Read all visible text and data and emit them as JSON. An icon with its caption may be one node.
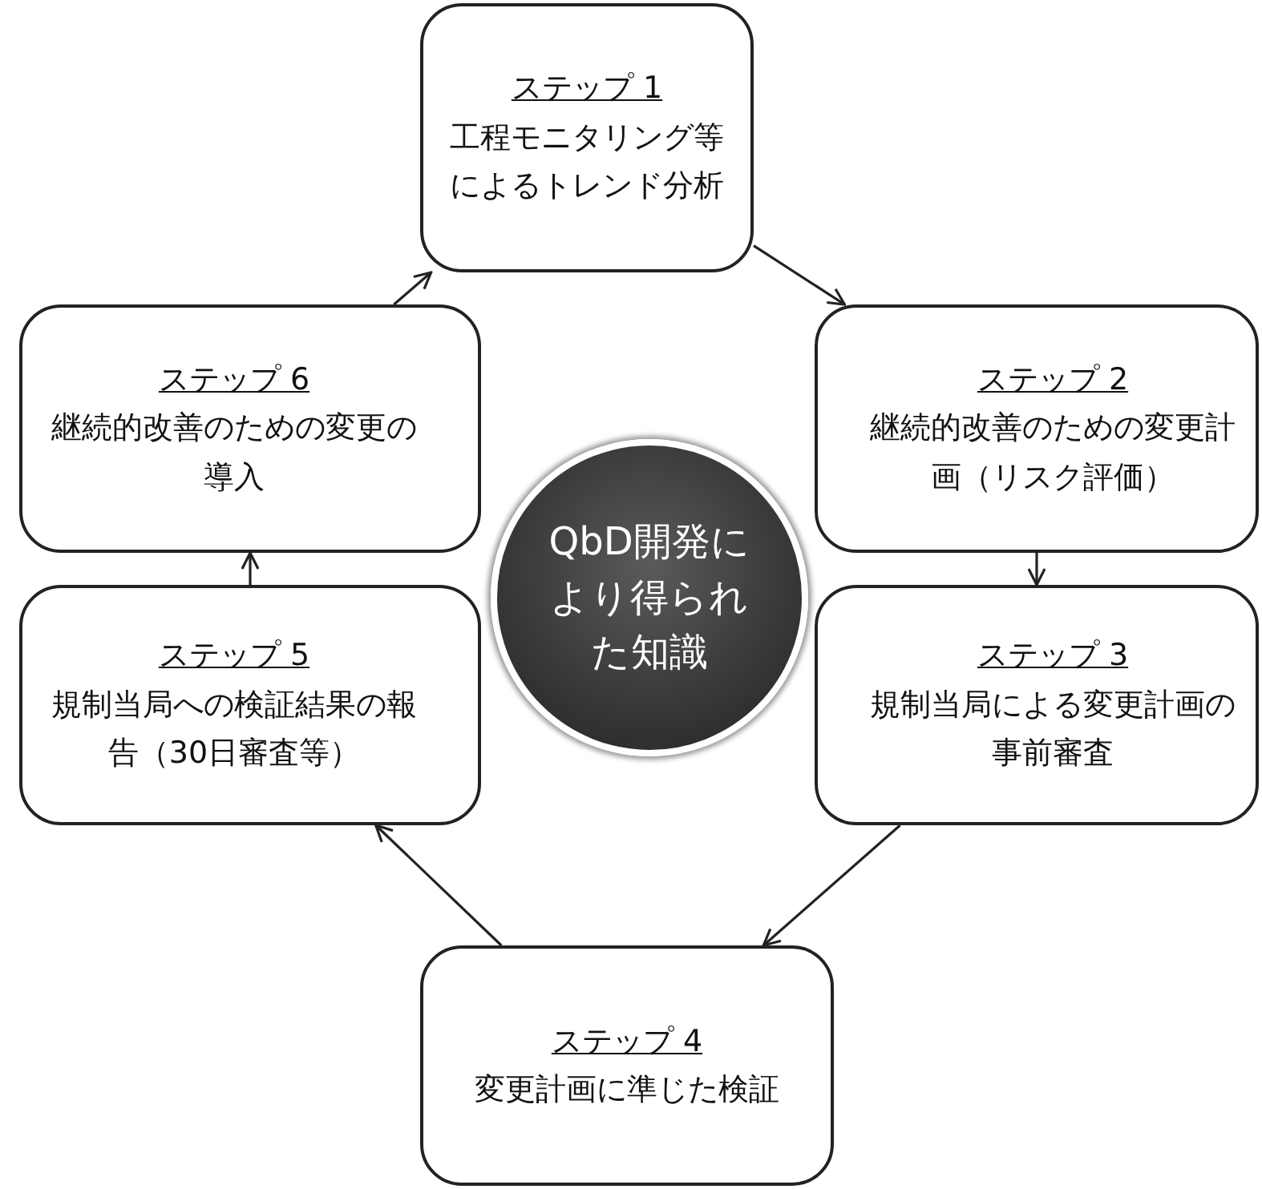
{
  "diagram": {
    "nodes": [
      {
        "text": [
          "ステップ 1",
          "工程モニタリング等によるトレンド分析"
        ]
      },
      {
        "text": [
          "ステップ 2",
          "継続的改善のための変更計画（リスク評価）"
        ]
      },
      {
        "text": [
          "ステップ 3",
          "規制当局による変更計画の事前審査"
        ]
      },
      {
        "text": [
          "ステップ 4",
          "変更計画に準じた検証"
        ]
      },
      {
        "text": [
          "ステップ 5",
          "規制当局への検証結果の報告（30日審査等）"
        ]
      },
      {
        "text": [
          "ステップ 6",
          "継続的改善のための変更の導入"
        ]
      },
      {
        "text": [
          "QbD開発により得られた知識"
        ]
      }
    ],
    "edges": [
      {
        "from": 0,
        "to": 1,
        "arrow": "to"
      },
      {
        "from": 1,
        "to": 2,
        "arrow": "to"
      },
      {
        "from": 2,
        "to": 3,
        "arrow": "to"
      },
      {
        "from": 3,
        "to": 4,
        "arrow": "to"
      },
      {
        "from": 4,
        "to": 5,
        "arrow": "to"
      },
      {
        "from": 5,
        "to": 0,
        "arrow": "to"
      }
    ]
  }
}
